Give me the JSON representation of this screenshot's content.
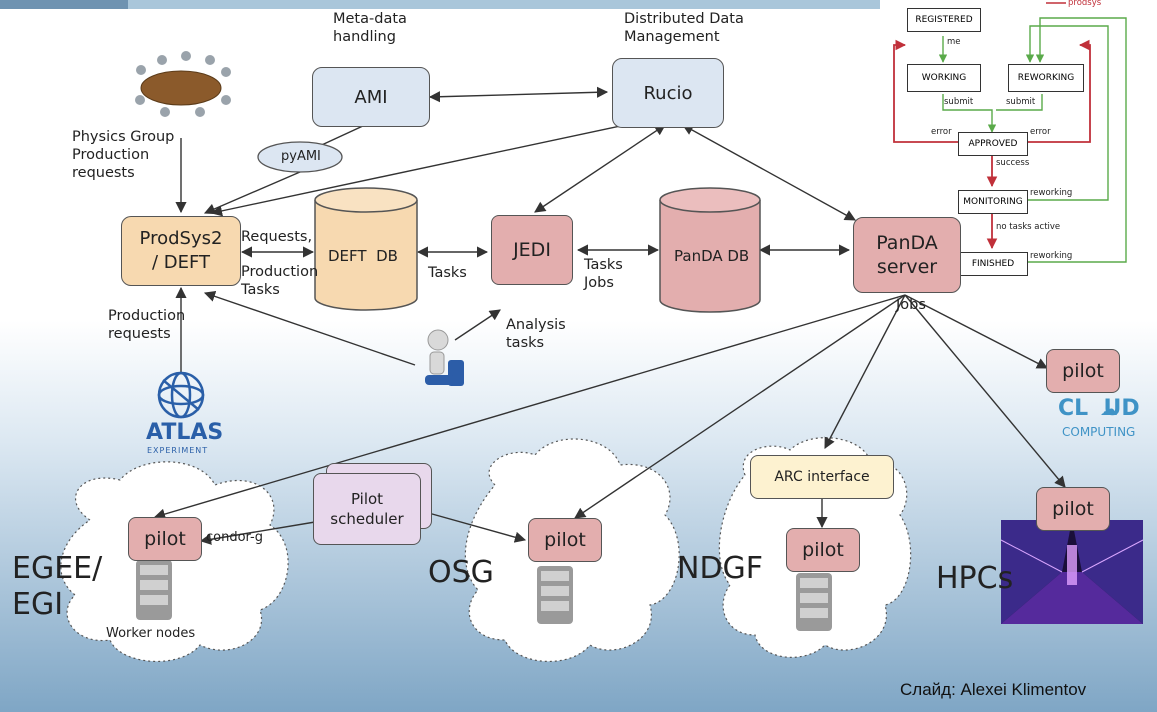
{
  "labels": {
    "meta_data": "Meta-data\nhandling",
    "ddm": "Distributed Data\nManagement",
    "physics_group": "Physics Group\nProduction\nrequests",
    "requests_production": "Requests,",
    "production_tasks": "Production\nTasks",
    "tasks": "Tasks",
    "tasks_jobs": "Tasks\nJobs",
    "jobs": "Jobs",
    "production_requests": "Production\nrequests",
    "analysis_tasks": "Analysis\ntasks",
    "condor_g": "condor-g",
    "worker_nodes": "Worker nodes",
    "credit": "Слайд: Alexei Klimentov"
  },
  "nodes": {
    "ami": "AMI",
    "rucio": "Rucio",
    "pyami": "pyAMI",
    "prodsys": "ProdSys2\n/ DEFT",
    "deft_db": "DEFT  DB",
    "jedi": "JEDI",
    "panda_db": "PanDA DB",
    "panda_server": "PanDA\nserver",
    "pilot_scheduler": "Pilot\nscheduler",
    "arc_interface": "ARC interface",
    "pilot": "pilot"
  },
  "grids": {
    "egee": "EGEE/\nEGI",
    "osg": "OSG",
    "ndgf": "NDGF",
    "hpcs": "HPCs"
  },
  "logos": {
    "atlas": "ATLAS",
    "atlas_sub": "EXPERIMENT",
    "cloud_top": "CL  UD",
    "cloud_bottom": "COMPUTING"
  },
  "workflow": {
    "legend": "prodsys",
    "states": {
      "registered": "REGISTERED",
      "working": "WORKING",
      "reworking": "REWORKING",
      "approved": "APPROVED",
      "monitoring": "MONITORING",
      "finished": "FINISHED"
    },
    "edges": {
      "me": "me",
      "submit1": "submit",
      "submit2": "submit",
      "error1": "error",
      "error2": "error",
      "success": "success",
      "reworking1": "reworking",
      "no_tasks": "no tasks active",
      "reworking2": "reworking"
    }
  },
  "colors": {
    "ami_fill": "#dce6f2",
    "prodsys_fill": "#f7d9b0",
    "db_deft_fill": "#f7d9b0",
    "jedi_fill": "#e3aeae",
    "panda_db_fill": "#e3aeae",
    "scheduler_fill": "#e8d8ec",
    "arc_fill": "#fdf2d0",
    "workflow_red": "#c0303a",
    "workflow_green": "#5aaa4a"
  }
}
